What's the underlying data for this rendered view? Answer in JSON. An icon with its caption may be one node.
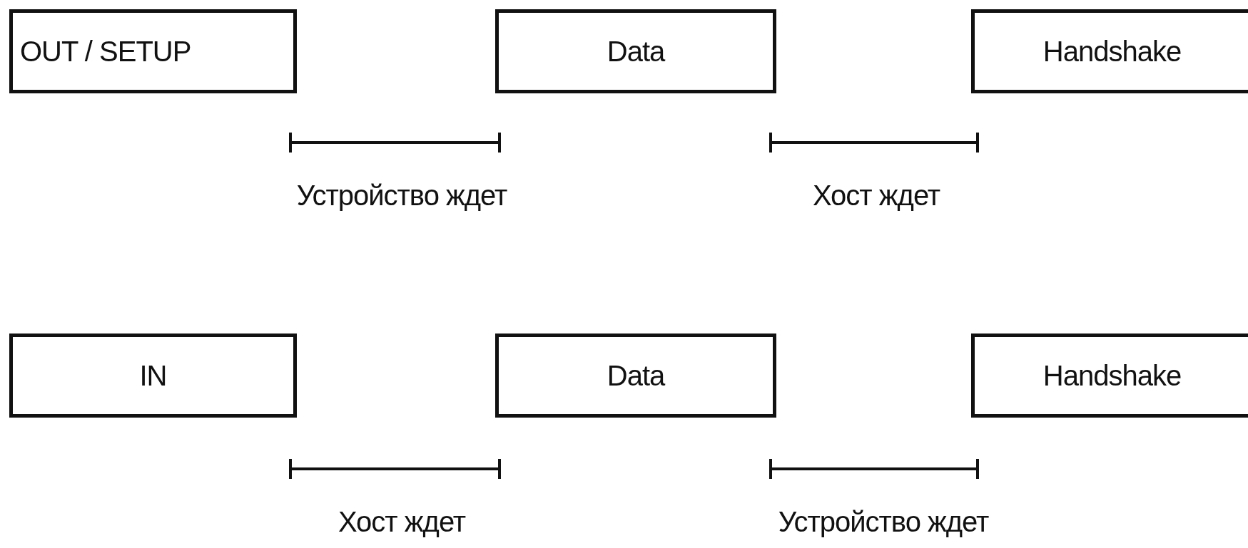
{
  "diagram": {
    "nodes": [
      {
        "text": [
          "OUT / SETUP"
        ]
      },
      {
        "text": [
          "Data"
        ]
      },
      {
        "text": [
          "Handshake"
        ]
      },
      {
        "text": [
          "IN"
        ]
      },
      {
        "text": [
          "Data"
        ]
      },
      {
        "text": [
          "Handshake"
        ]
      }
    ],
    "labels": [
      "Устройство ждет",
      "Хост ждет",
      "Хост ждет",
      "Устройство ждет"
    ]
  }
}
